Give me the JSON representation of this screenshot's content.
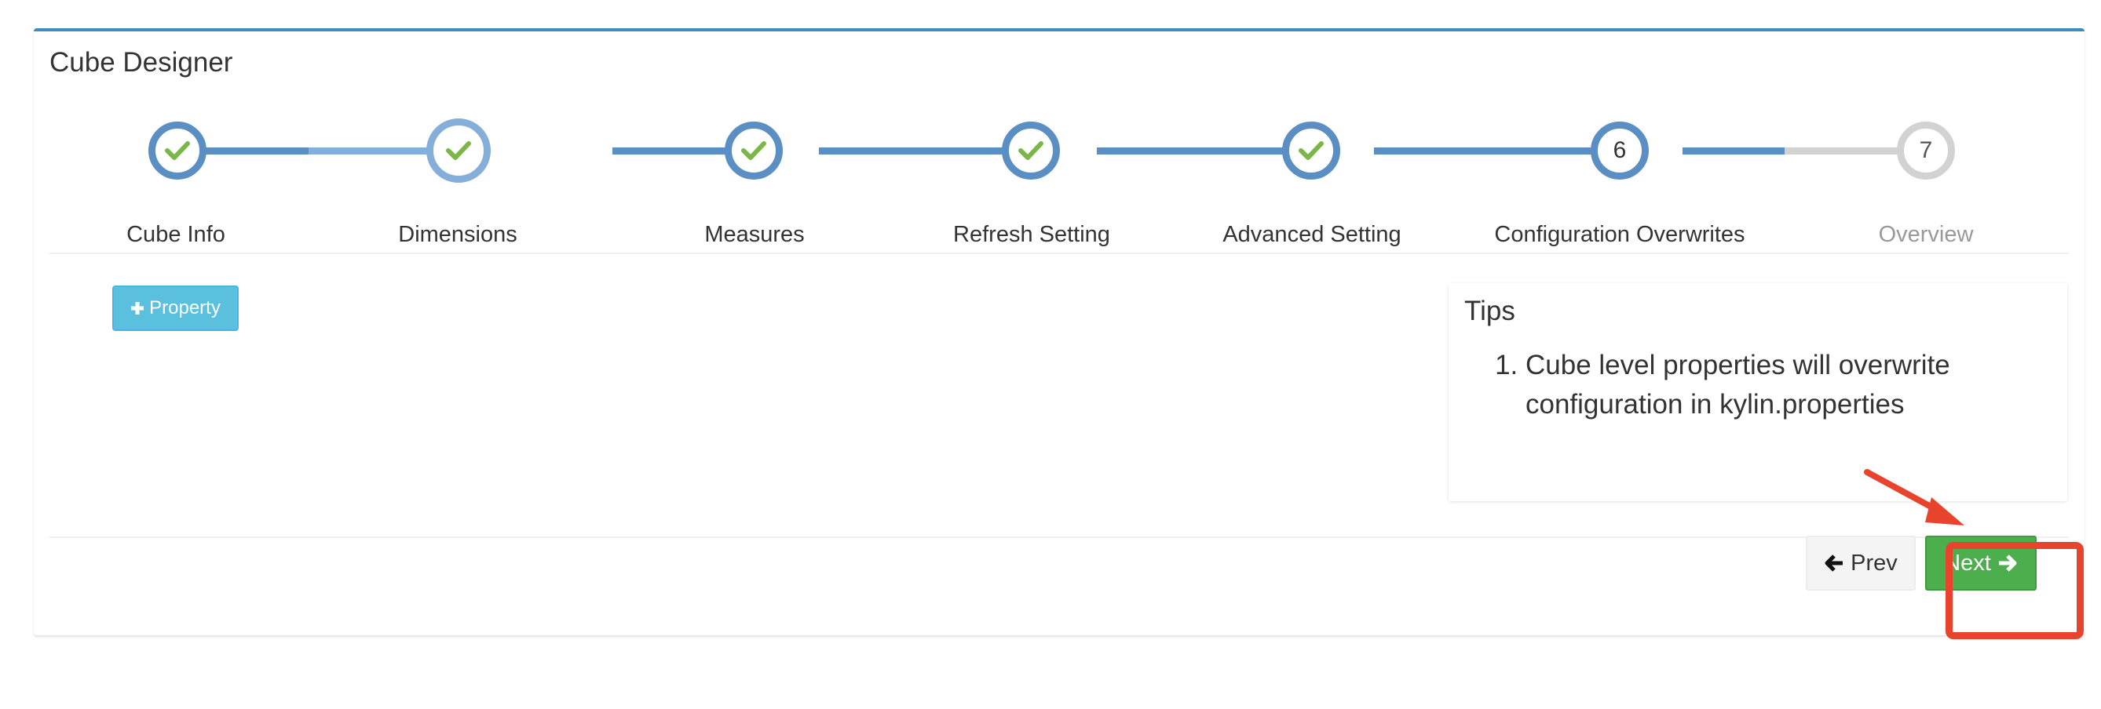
{
  "panel": {
    "title": "Cube Designer"
  },
  "wizard": {
    "steps": [
      {
        "label": "Cube Info",
        "state": "done"
      },
      {
        "label": "Dimensions",
        "state": "done"
      },
      {
        "label": "Measures",
        "state": "done"
      },
      {
        "label": "Refresh Setting",
        "state": "done"
      },
      {
        "label": "Advanced Setting",
        "state": "done"
      },
      {
        "label": "Configuration Overwrites",
        "state": "current",
        "number": "6"
      },
      {
        "label": "Overview",
        "state": "pending",
        "number": "7"
      }
    ]
  },
  "toolbar": {
    "add_property_label": "Property",
    "add_property_icon": "plus-icon"
  },
  "tips": {
    "title": "Tips",
    "items": [
      "Cube level properties will overwrite configuration in kylin.properties"
    ]
  },
  "footer": {
    "prev_label": "Prev",
    "prev_icon": "arrow-left-icon",
    "next_label": "Next",
    "next_icon": "arrow-right-icon"
  },
  "colors": {
    "step_done": "#5b8ec2",
    "step_line_light": "#85aed8",
    "step_pending": "#d2d2d2",
    "check": "#7ab648",
    "next_button": "#4cae4c",
    "property_button": "#5bc0de",
    "annotation": "#e8432d"
  }
}
